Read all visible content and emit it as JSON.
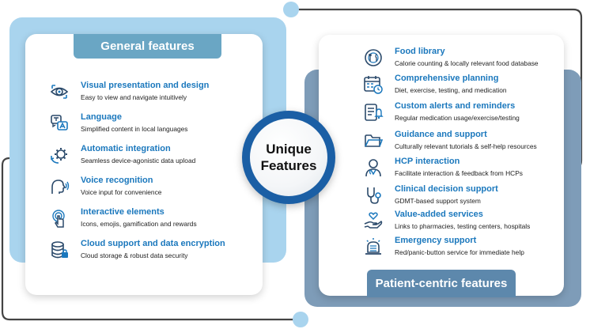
{
  "center": {
    "line1": "Unique",
    "line2": "Features"
  },
  "general": {
    "title": "General features",
    "items": [
      {
        "icon": "eye-icon",
        "title": "Visual presentation and design",
        "desc": "Easy to view and navigate intuitively"
      },
      {
        "icon": "language-icon",
        "title": "Language",
        "desc": "Simplified content in local languages"
      },
      {
        "icon": "gear-sync-icon",
        "title": "Automatic integration",
        "desc": "Seamless device-agonistic data upload"
      },
      {
        "icon": "voice-icon",
        "title": "Voice recognition",
        "desc": "Voice input for convenience"
      },
      {
        "icon": "touch-icon",
        "title": "Interactive elements",
        "desc": "Icons, emojis, gamification and rewards"
      },
      {
        "icon": "database-lock-icon",
        "title": "Cloud support and data encryption",
        "desc": "Cloud storage & robust data security"
      }
    ]
  },
  "patient": {
    "title": "Patient-centric features",
    "items": [
      {
        "icon": "food-icon",
        "title": "Food library",
        "desc": "Calorie counting & locally relevant food database"
      },
      {
        "icon": "calendar-icon",
        "title": "Comprehensive planning",
        "desc": "Diet, exercise, testing, and medication"
      },
      {
        "icon": "alert-list-icon",
        "title": "Custom alerts and reminders",
        "desc": "Regular medication usage/exercise/testing"
      },
      {
        "icon": "folder-icon",
        "title": "Guidance and support",
        "desc": "Culturally relevant tutorials & self-help resources"
      },
      {
        "icon": "doctor-icon",
        "title": "HCP interaction",
        "desc": "Facilitate interaction & feedback from HCPs"
      },
      {
        "icon": "stethoscope-icon",
        "title": "Clinical decision support",
        "desc": "GDMT-based support system"
      },
      {
        "icon": "hand-heart-icon",
        "title": "Value-added services",
        "desc": "Links to pharmacies, testing centers, hospitals"
      },
      {
        "icon": "alarm-icon",
        "title": "Emergency support",
        "desc": "Red/panic-button service for immediate help"
      }
    ]
  },
  "colors": {
    "accent": "#1b78bd",
    "circle": "#1b5fa5",
    "left_back": "#a9d4ee",
    "right_back": "#7e9cb8",
    "left_tab": "#6aa6c4",
    "right_tab": "#5d88ac",
    "line": "#444444"
  }
}
